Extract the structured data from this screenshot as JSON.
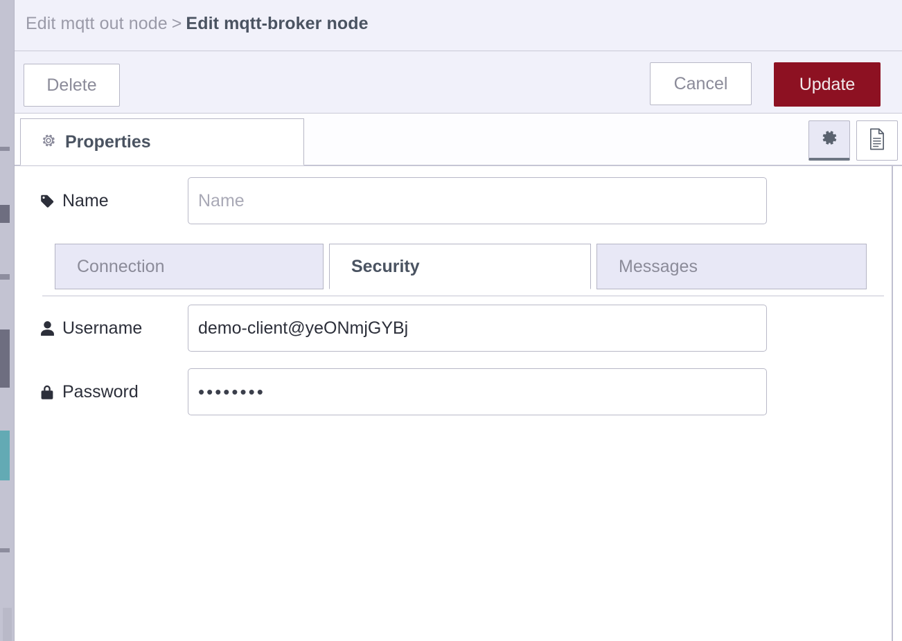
{
  "header": {
    "breadcrumb_prev": "Edit mqtt out node",
    "breadcrumb_sep": ">",
    "breadcrumb_current": "Edit mqtt-broker node"
  },
  "toolbar": {
    "delete_label": "Delete",
    "cancel_label": "Cancel",
    "update_label": "Update",
    "update_color": "#8d1122"
  },
  "tabs": {
    "main_tab_label": "Properties",
    "main_tab_icon": "gear-icon",
    "settings_icon": "gear-icon",
    "info_icon": "document-icon"
  },
  "form": {
    "name": {
      "label": "Name",
      "icon": "tag-icon",
      "value": "",
      "placeholder": "Name"
    },
    "subtabs": [
      {
        "label": "Connection",
        "active": false
      },
      {
        "label": "Security",
        "active": true
      },
      {
        "label": "Messages",
        "active": false
      }
    ],
    "username": {
      "label": "Username",
      "icon": "user-icon",
      "value": "demo-client@yeONmjGYBj",
      "placeholder": ""
    },
    "password": {
      "label": "Password",
      "icon": "lock-icon",
      "value": "••••••••",
      "placeholder": ""
    }
  },
  "colors": {
    "header_bg": "#f1f1fa",
    "tab_inactive_bg": "#e8e8f6",
    "border": "#b4b4c4",
    "text_muted": "#8b8b99",
    "text_dark": "#4a5361"
  }
}
